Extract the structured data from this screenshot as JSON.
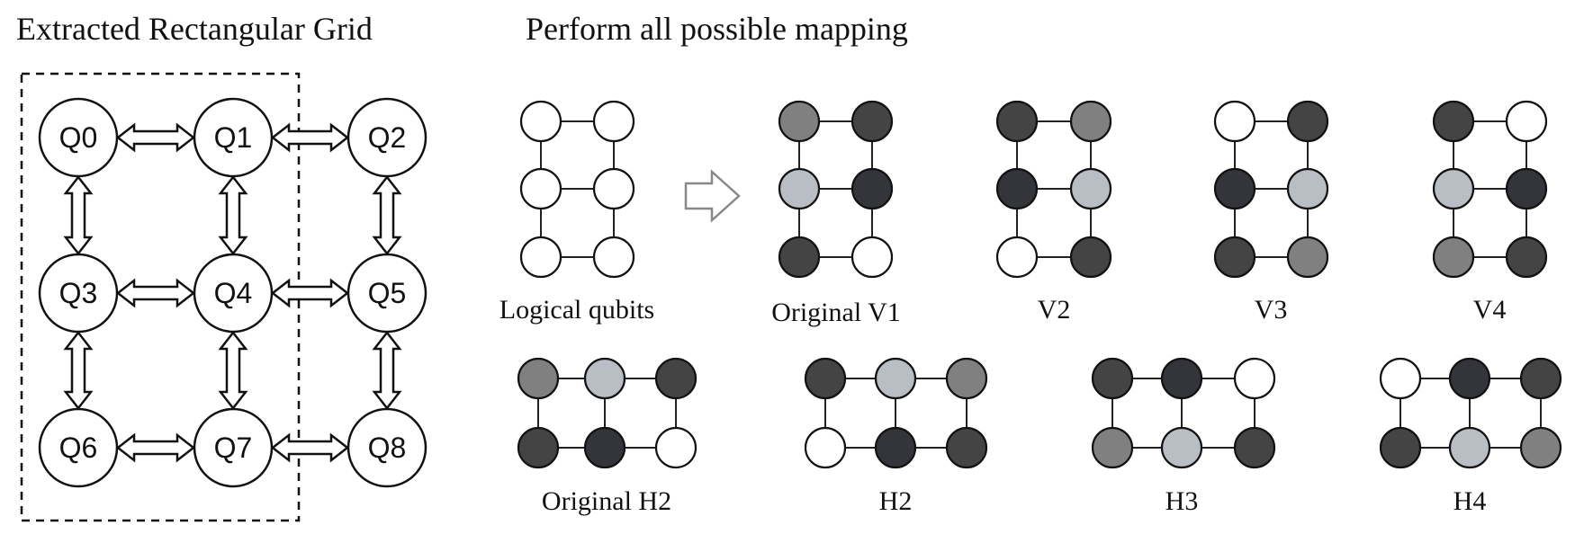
{
  "titles": {
    "left": "Extracted Rectangular Grid",
    "right": "Perform all possible mapping"
  },
  "grid": {
    "qubits": [
      "Q0",
      "Q1",
      "Q2",
      "Q3",
      "Q4",
      "Q5",
      "Q6",
      "Q7",
      "Q8"
    ],
    "columns": 3,
    "dashed_region_columns": 2
  },
  "colors": {
    "W": "#ffffff",
    "L": "#b8bec3",
    "M": "#808080",
    "D": "#444444",
    "K": "#33353b"
  },
  "mappings": {
    "vertical": [
      {
        "caption": "Logical qubits",
        "nodes": [
          "W",
          "W",
          "W",
          "W",
          "W",
          "W"
        ]
      },
      {
        "caption": "Original V1",
        "nodes": [
          "M",
          "D",
          "L",
          "K",
          "D",
          "W"
        ]
      },
      {
        "caption": "V2",
        "nodes": [
          "D",
          "M",
          "K",
          "L",
          "W",
          "D"
        ]
      },
      {
        "caption": "V3",
        "nodes": [
          "W",
          "D",
          "K",
          "L",
          "D",
          "M"
        ]
      },
      {
        "caption": "V4",
        "nodes": [
          "D",
          "W",
          "L",
          "K",
          "M",
          "D"
        ]
      }
    ],
    "horizontal": [
      {
        "caption": "Original H2",
        "nodes": [
          "M",
          "L",
          "D",
          "D",
          "K",
          "W"
        ]
      },
      {
        "caption": "H2",
        "nodes": [
          "D",
          "L",
          "M",
          "W",
          "K",
          "D"
        ]
      },
      {
        "caption": "H3",
        "nodes": [
          "D",
          "K",
          "W",
          "M",
          "L",
          "D"
        ]
      },
      {
        "caption": "H4",
        "nodes": [
          "W",
          "K",
          "D",
          "D",
          "L",
          "M"
        ]
      }
    ]
  }
}
